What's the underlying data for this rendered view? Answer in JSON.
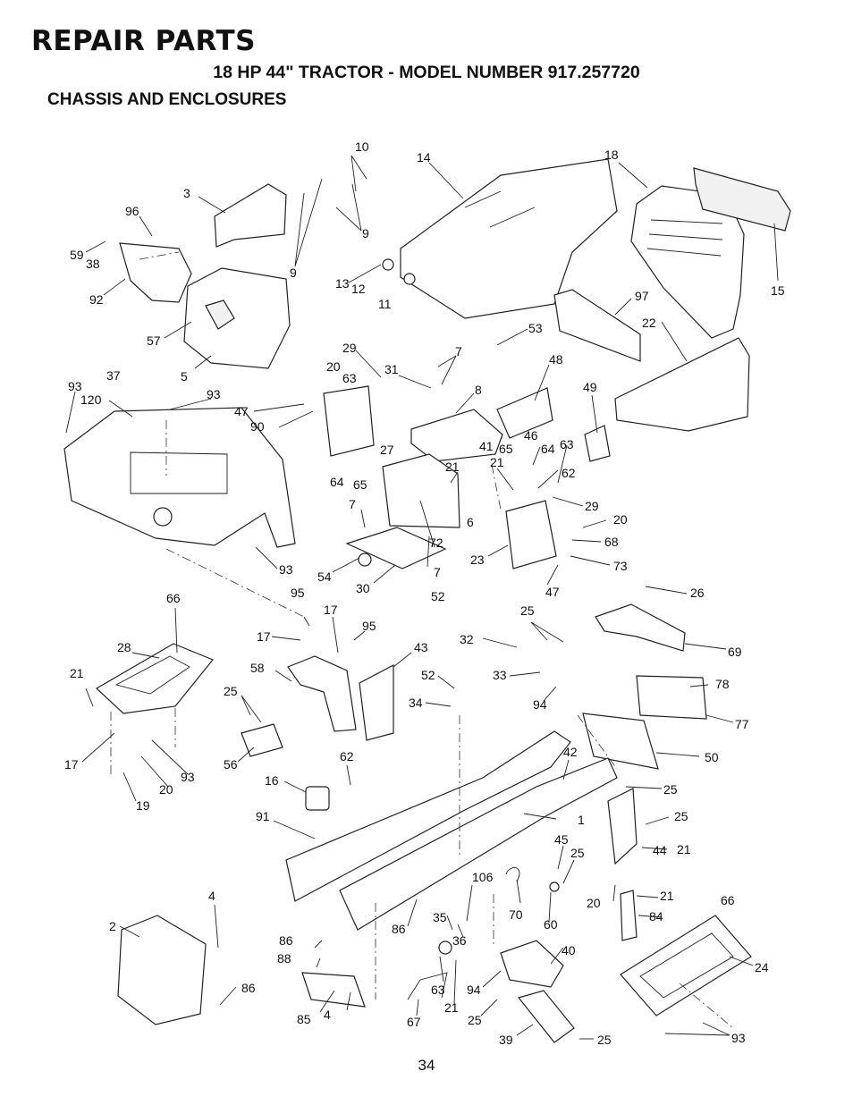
{
  "header": {
    "title": "REPAIR PARTS",
    "subtitle": "18 HP 44\" TRACTOR - MODEL NUMBER 917.257720",
    "section": "CHASSIS AND ENCLOSURES"
  },
  "callouts": [
    "10",
    "14",
    "18",
    "3",
    "96",
    "9",
    "9",
    "15",
    "59",
    "38",
    "13",
    "12",
    "11",
    "97",
    "92",
    "57",
    "5",
    "53",
    "22",
    "29",
    "7",
    "93",
    "37",
    "20",
    "63",
    "31",
    "8",
    "48",
    "120",
    "93",
    "49",
    "47",
    "90",
    "27",
    "46",
    "41",
    "65",
    "64",
    "63",
    "21",
    "21",
    "62",
    "64",
    "65",
    "29",
    "7",
    "6",
    "20",
    "72",
    "68",
    "23",
    "73",
    "93",
    "54",
    "30",
    "52",
    "7",
    "47",
    "26",
    "66",
    "95",
    "17",
    "95",
    "25",
    "17",
    "43",
    "32",
    "69",
    "28",
    "58",
    "52",
    "33",
    "78",
    "21",
    "34",
    "94",
    "25",
    "77",
    "62",
    "42",
    "50",
    "17",
    "93",
    "56",
    "16",
    "25",
    "20",
    "19",
    "91",
    "25",
    "1",
    "44",
    "21",
    "45",
    "25",
    "4",
    "106",
    "66",
    "2",
    "21",
    "20",
    "84",
    "35",
    "70",
    "60",
    "86",
    "86",
    "36",
    "40",
    "88",
    "24",
    "94",
    "63",
    "86",
    "85",
    "4",
    "67",
    "21",
    "25",
    "93",
    "39",
    "25"
  ],
  "page_number": "34"
}
